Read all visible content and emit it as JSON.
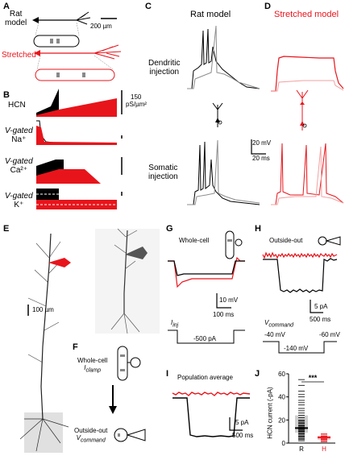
{
  "colors": {
    "rat": "#000000",
    "stretched": "#e8141b",
    "light_red": "#f2a0a0",
    "gray": "#8c8c8c"
  },
  "panels": {
    "A": {
      "letter": "A",
      "rat_label_1": "Rat",
      "rat_label_2": "model",
      "scale": "200 µm",
      "stretched_label": "Stretched"
    },
    "B": {
      "letter": "B",
      "rows": [
        {
          "line1": "HCN",
          "line2": ""
        },
        {
          "line1": "V-gated",
          "line2": "Na⁺"
        },
        {
          "line1": "V-gated",
          "line2": "Ca²⁺"
        },
        {
          "line1": "V-gated",
          "line2": "K⁺"
        }
      ],
      "scale_1": "150",
      "scale_2": "pS/µm²"
    },
    "C": {
      "letter": "C",
      "title": "Rat model",
      "dendritic_1": "Dendritic",
      "dendritic_2": "injection",
      "somatic_1": "Somatic",
      "somatic_2": "injection"
    },
    "D": {
      "letter": "D",
      "title": "Stretched model"
    },
    "CD_scale": {
      "mv": "20 mV",
      "ms": "20 ms"
    },
    "E": {
      "letter": "E",
      "scale": "100 µm"
    },
    "F": {
      "letter": "F",
      "wc_1": "Whole-cell",
      "wc_2": "I",
      "wc_2_sub": "clamp",
      "oo_1": "Outside-out",
      "oo_2": "V",
      "oo_2_sub": "command"
    },
    "G": {
      "letter": "G",
      "title": "Whole-cell",
      "scale_mv": "10 mV",
      "scale_ms": "100 ms",
      "i_label": "I",
      "i_sub": "inj",
      "step": "-500 pA"
    },
    "H": {
      "letter": "H",
      "title": "Outside-out",
      "scale_pa": "5 pA",
      "scale_ms": "500 ms",
      "v_label": "V",
      "v_sub": "command",
      "v1": "-40 mV",
      "v2": "-140 mV",
      "v3": "-60 mV"
    },
    "I": {
      "letter": "I",
      "title": "Population average",
      "scale_pa": "5 pA",
      "scale_ms": "500 ms"
    },
    "J": {
      "letter": "J",
      "significance": "***",
      "ylabel": "HCN current (-pA)"
    }
  },
  "chart_data": {
    "type": "scatter",
    "title": "",
    "xlabel": "",
    "ylabel": "HCN current (-pA)",
    "categories": [
      "R",
      "H"
    ],
    "ylim": [
      0,
      60
    ],
    "yticks": [
      0,
      20,
      40,
      60
    ],
    "series": [
      {
        "name": "R",
        "values": [
          2,
          3,
          4,
          5,
          5,
          6,
          6,
          7,
          7,
          8,
          8,
          9,
          9,
          10,
          10,
          10,
          11,
          11,
          12,
          12,
          12,
          13,
          13,
          13,
          14,
          14,
          15,
          15,
          16,
          17,
          18,
          19,
          20,
          22,
          24,
          26,
          28,
          30,
          33,
          35,
          37,
          40,
          42,
          45,
          50,
          55
        ]
      },
      {
        "name": "H",
        "values": [
          1,
          2,
          2,
          3,
          3,
          3,
          4,
          4,
          5,
          5,
          6,
          6,
          7,
          8
        ]
      }
    ],
    "means": [
      13,
      5
    ],
    "grid": false
  }
}
